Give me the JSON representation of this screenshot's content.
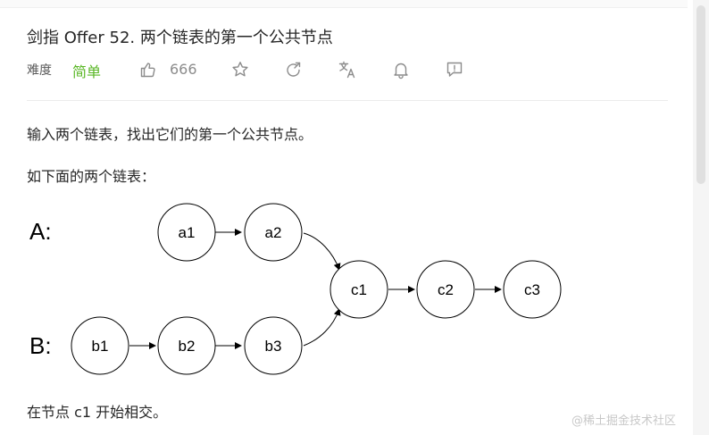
{
  "problem": {
    "title": "剑指 Offer 52. 两个链表的第一个公共节点",
    "difficulty_label": "难度",
    "difficulty_value": "简单",
    "like_count": "666",
    "actions": [
      "star-icon",
      "share-icon",
      "translate-icon",
      "bell-icon",
      "feedback-icon"
    ]
  },
  "description": {
    "para1": "输入两个链表，找出它们的第一个公共节点。",
    "para2": "如下面的两个链表：",
    "para3": "在节点 c1 开始相交。"
  },
  "diagram": {
    "list_a_label": "A:",
    "list_b_label": "B:",
    "nodes": {
      "a1": "a1",
      "a2": "a2",
      "b1": "b1",
      "b2": "b2",
      "b3": "b3",
      "c1": "c1",
      "c2": "c2",
      "c3": "c3"
    }
  },
  "watermark": "@稀土掘金技术社区",
  "colors": {
    "easy_green": "#5ab726",
    "muted_text": "#8c8c8c",
    "text": "#262626"
  }
}
